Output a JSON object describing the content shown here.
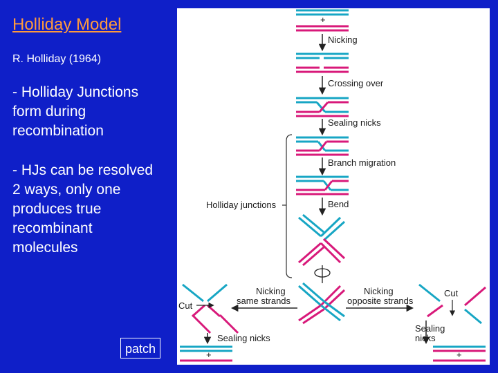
{
  "slide": {
    "title": "Holliday Model",
    "author": "R. Holliday (1964)",
    "bullets": [
      "- Holliday Junctions\nform during\nrecombination",
      "- HJs can be resolved\n2 ways, only one\nproduces true\nrecombinant\nmolecules"
    ],
    "patch_label": "patch"
  },
  "diagram": {
    "steps": [
      "Nicking",
      "Crossing over",
      "Sealing nicks",
      "Branch migration",
      "Bend"
    ],
    "junction_label": "Holliday junctions",
    "left_path": {
      "label_line1": "Nicking",
      "label_line2": "same strands",
      "cut": "Cut",
      "sealing": "Sealing nicks"
    },
    "right_path": {
      "label_line1": "Nicking",
      "label_line2": "opposite strands",
      "cut": "Cut",
      "sealing_line1": "Sealing",
      "sealing_line2": "nicks"
    },
    "plus": "+",
    "colors": {
      "strand_a": "#17a6c4",
      "strand_b": "#d8197a",
      "panel": "#ffffff",
      "background": "#0f1fc8",
      "title": "#ff9a3c"
    }
  }
}
